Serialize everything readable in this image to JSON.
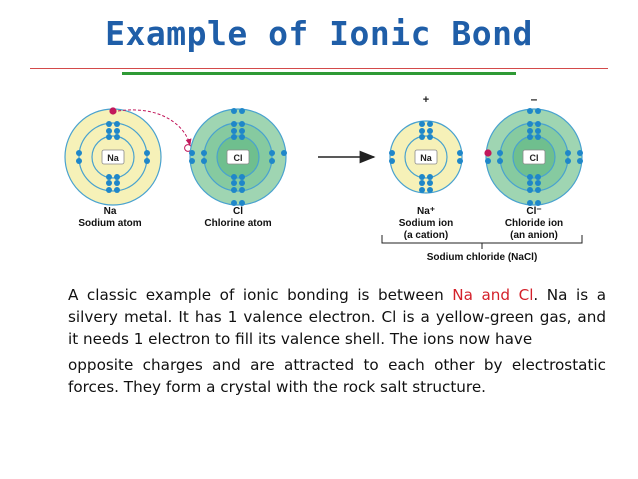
{
  "slide": {
    "title": "Example of Ionic Bond"
  },
  "diagram": {
    "sodium_atom": {
      "symbol": "Na",
      "label": "Na",
      "caption": "Sodium atom"
    },
    "chlorine_atom": {
      "symbol": "Cl",
      "label": "Cl",
      "caption": "Chlorine atom"
    },
    "sodium_ion": {
      "symbol": "Na",
      "label": "Na⁺",
      "caption": "Sodium ion",
      "sub": "(a cation)",
      "charge": "+"
    },
    "chloride_ion": {
      "symbol": "Cl",
      "label": "Cl⁻",
      "caption": "Chloride ion",
      "sub": "(an anion)",
      "charge": "–"
    },
    "product": "Sodium chloride (NaCl)",
    "colors": {
      "sodium_fill": "#f6f1b8",
      "chlorine_fill": "#7fc79a",
      "electron": "#1f87c9",
      "transferred_electron": "#c2185b"
    }
  },
  "text": {
    "p1_before": "A classic example of ionic bonding is between ",
    "p1_highlight": "Na and Cl",
    "p1_after": ". Na is a silvery metal. It has 1 valence electron. Cl is a yellow-green gas, and it needs 1 electron to fill its valence shell. The ions now have",
    "p2": "opposite charges and are attracted to each other by electrostatic forces. They form a crystal with the rock salt structure."
  }
}
